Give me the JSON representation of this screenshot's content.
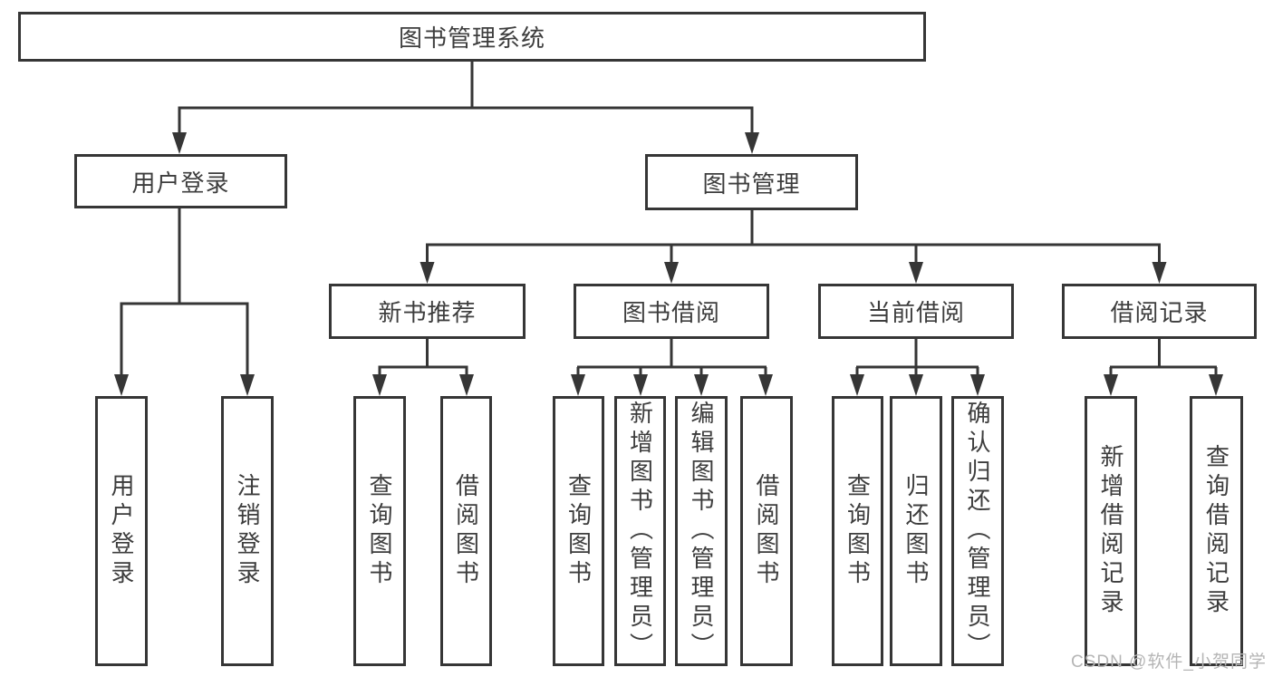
{
  "diagram": {
    "root": {
      "label": "图书管理系统"
    },
    "user_login": {
      "label": "用户登录",
      "children": {
        "login": {
          "label": "用户登录"
        },
        "logout": {
          "label": "注销登录"
        }
      }
    },
    "book_management": {
      "label": "图书管理",
      "sections": {
        "new_book_recommend": {
          "label": "新书推荐",
          "children": {
            "query_book": {
              "label": "查询图书"
            },
            "borrow_book": {
              "label": "借阅图书"
            }
          }
        },
        "book_borrow": {
          "label": "图书借阅",
          "children": {
            "query_book": {
              "label": "查询图书"
            },
            "add_book_admin": {
              "label": "新增图书（管理员）"
            },
            "edit_book_admin": {
              "label": "编辑图书（管理员）"
            },
            "borrow_book": {
              "label": "借阅图书"
            }
          }
        },
        "current_borrow": {
          "label": "当前借阅",
          "children": {
            "query_book": {
              "label": "查询图书"
            },
            "return_book": {
              "label": "归还图书"
            },
            "confirm_return_admin": {
              "label": "确认归还（管理员）"
            }
          }
        },
        "borrow_records": {
          "label": "借阅记录",
          "children": {
            "add_borrow_record": {
              "label": "新增借阅记录"
            },
            "query_borrow_record": {
              "label": "查询借阅记录"
            }
          }
        }
      }
    }
  },
  "colors": {
    "line": "#363636",
    "text": "#3d3d3d",
    "background": "#ffffff",
    "watermark": "#b5b5b5"
  },
  "watermark": {
    "text": "CSDN @软件_小贺同学"
  }
}
